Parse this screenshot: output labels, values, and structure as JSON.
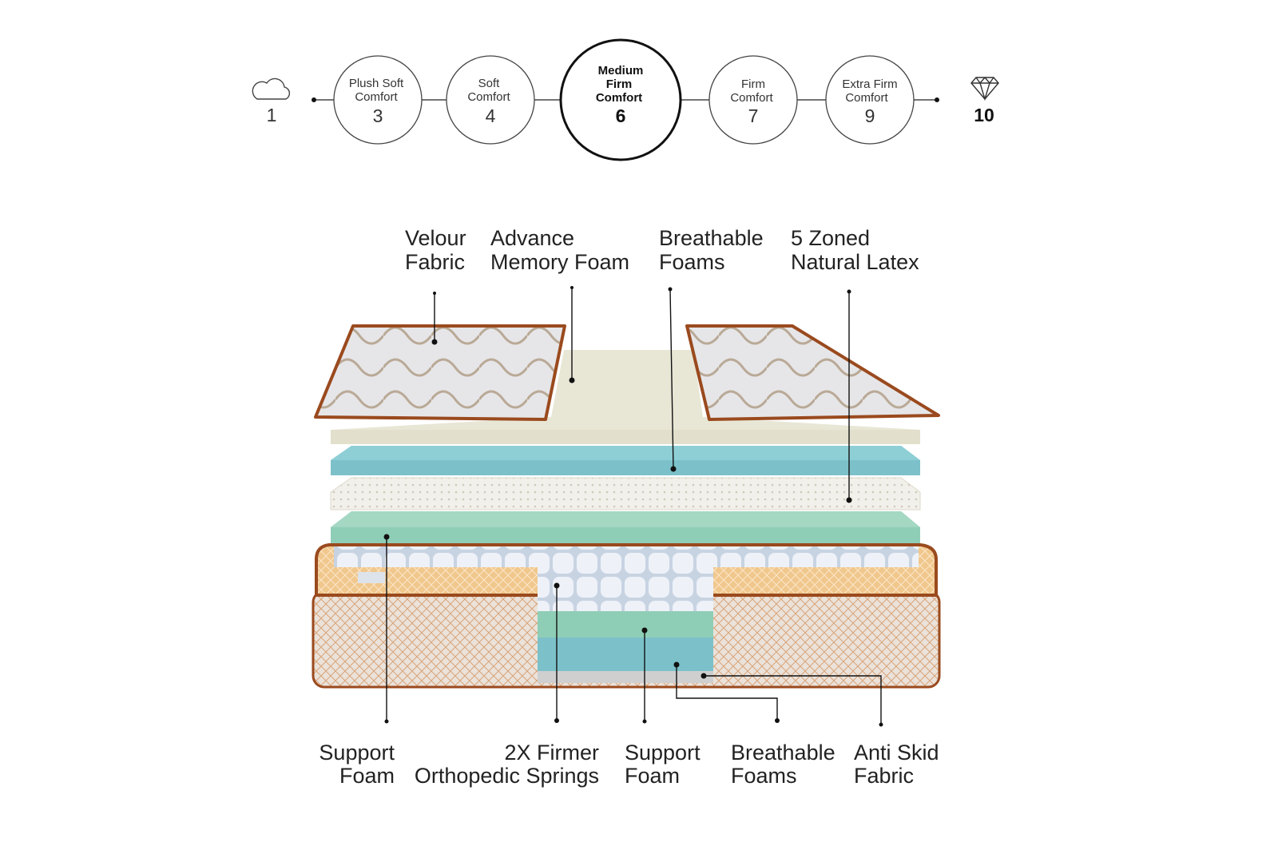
{
  "scale": {
    "min": {
      "icon": "cloud-icon",
      "value": "1"
    },
    "max": {
      "icon": "diamond-icon",
      "value": "10"
    },
    "levels": [
      {
        "line1": "Plush Soft",
        "line2": "Comfort",
        "value": "3"
      },
      {
        "line1": "Soft",
        "line2": "Comfort",
        "value": "4"
      },
      {
        "line1": "Medium",
        "line2": "Firm",
        "line3": "Comfort",
        "value": "6",
        "selected": true
      },
      {
        "line1": "Firm",
        "line2": "Comfort",
        "value": "7"
      },
      {
        "line1": "Extra Firm",
        "line2": "Comfort",
        "value": "9"
      }
    ]
  },
  "top_labels": [
    {
      "line1": "Velour",
      "line2": "Fabric"
    },
    {
      "line1": "Advance",
      "line2": "Memory Foam"
    },
    {
      "line1": "Breathable",
      "line2": "Foams"
    },
    {
      "line1": "5 Zoned",
      "line2": "Natural Latex"
    }
  ],
  "bottom_labels": [
    {
      "line1": "Support",
      "line2": "Foam"
    },
    {
      "line1": "2X Firmer",
      "line2": "Orthopedic Springs"
    },
    {
      "line1": "Support",
      "line2": "Foam"
    },
    {
      "line1": "Breathable",
      "line2": "Foams"
    },
    {
      "line1": "Anti Skid",
      "line2": "Fabric"
    }
  ],
  "colors": {
    "cover": "#e4e4e6",
    "trim": "#9a4a1e",
    "memory_foam": "#e8e7d6",
    "breathable_foam": "#7cc1ca",
    "latex": "#f2f0ea",
    "support_foam": "#8fceb6",
    "quilt_top": "#f0c78d",
    "quilt_side": "#ebe2da",
    "springs": "#dfe7f1"
  }
}
